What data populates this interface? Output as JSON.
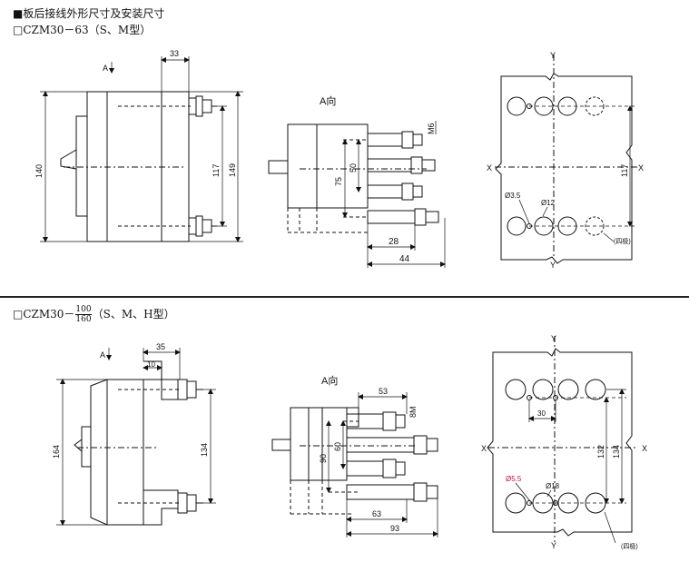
{
  "header": {
    "title": "■板后接线外形尺寸及安装尺寸",
    "model_a": "□CZM30－63（S、M型）",
    "model_b_prefix": "□CZM30－",
    "model_b_num": "100",
    "model_b_den": "160",
    "model_b_suffix": "（S、M、H型）"
  },
  "top": {
    "side": {
      "view_label": "A",
      "dim_top": "33",
      "dim_height": "140",
      "dim_span": "117",
      "dim_total": "149"
    },
    "aview": {
      "label": "A向",
      "dim_thread": "M6",
      "dim_50": "50",
      "dim_75": "75",
      "dim_28": "28",
      "dim_44": "44"
    },
    "mount": {
      "axis_x": "X",
      "axis_y": "Y",
      "dim_hole": "Ø3.5",
      "dim_bore": "Ø12",
      "dim_span": "117",
      "note": "(四极)"
    }
  },
  "bottom": {
    "side": {
      "view_label": "A",
      "dim_35": "35",
      "dim_10": "10",
      "dim_height": "164",
      "dim_span": "134"
    },
    "aview": {
      "label": "A向",
      "dim_53": "53",
      "dim_thread": "8M",
      "dim_60": "60",
      "dim_90": "90",
      "dim_63": "63",
      "dim_93": "93"
    },
    "mount": {
      "axis_x": "X",
      "axis_y": "Y",
      "dim_hole": "Ø5.5",
      "dim_bore": "Ø18",
      "dim_30": "30",
      "dim_132": "132",
      "dim_134": "134",
      "note": "(四极)"
    }
  },
  "colors": {
    "line": "#111111",
    "accent": "#c0143c"
  }
}
